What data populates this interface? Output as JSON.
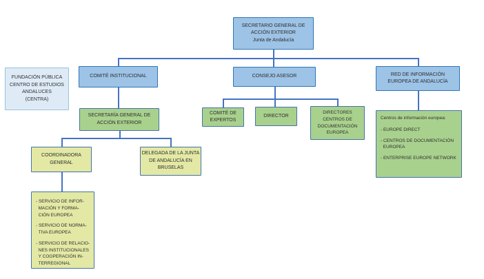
{
  "colors": {
    "blue_fill": "#9DC3E6",
    "blue_border": "#2E75B6",
    "light_blue_fill": "#DEEBF7",
    "light_blue_border": "#9CC0DC",
    "green_fill": "#A9D18E",
    "yellow_fill": "#E3E9A5",
    "box_border": "#4472A8",
    "connector": "#4472C4",
    "text": "#2E2E2E"
  },
  "org": {
    "secretario_general": {
      "title": "SECRETARIO GENERAL DE\nACCIÓN EXTERIOR",
      "subtitle": "Junta de Andalucía"
    },
    "fundacion_centra": {
      "label": "FUNDACIÓN PÚBLICA\nCENTRO DE ESTUDIOS\nANDALUCES\n(CENTRA)"
    },
    "comite_institucional": {
      "label": "COMITÉ INSTITUCIONAL"
    },
    "consejo_asesor": {
      "label": "CONSEJO ASESOR"
    },
    "red_informacion": {
      "label": "RED DE INFORMACIÓN\nEUROPEA DE ANDALUCÍA"
    },
    "secretaria_general": {
      "label": "SECRETARÍA GENERAL DE\nACCIÓN EXTERIOR"
    },
    "comite_expertos": {
      "label": "COMITÉ DE\nEXPERTOS"
    },
    "director": {
      "label": "DIRECTOR"
    },
    "directores_centros": {
      "label": "DIRECTORES\nCENTROS DE\nDOCUMENTACIÓN\nEUROPEA"
    },
    "centros_informacion": {
      "header": "Centros de información europea:",
      "items": [
        "- EUROPE DIRECT",
        "- CENTROS DE DOCUMENTACIÓN\n  EUROPEA",
        "- ENTERPRISE EUROPE NETWORK"
      ]
    },
    "coordinadora": {
      "label": "COORDINADORA\nGENERAL"
    },
    "delegada": {
      "label": "DELEGADA DE LA JUNTA\nDE ANDALUCÍA EN\nBRUSELAS"
    },
    "servicios": {
      "items": [
        "- SERVICIO DE INFOR-\n  MACIÓN Y FORMA-\n  CIÓN EUROPEA",
        "- SERVICIO DE NORMA-\n  TIVA EUROPEA",
        "- SERVICIO DE RELACIO-\n  NES INSTITUCIONALES\n  Y COOPERACIÓN IN-\n  TERREGIONAL"
      ]
    }
  }
}
